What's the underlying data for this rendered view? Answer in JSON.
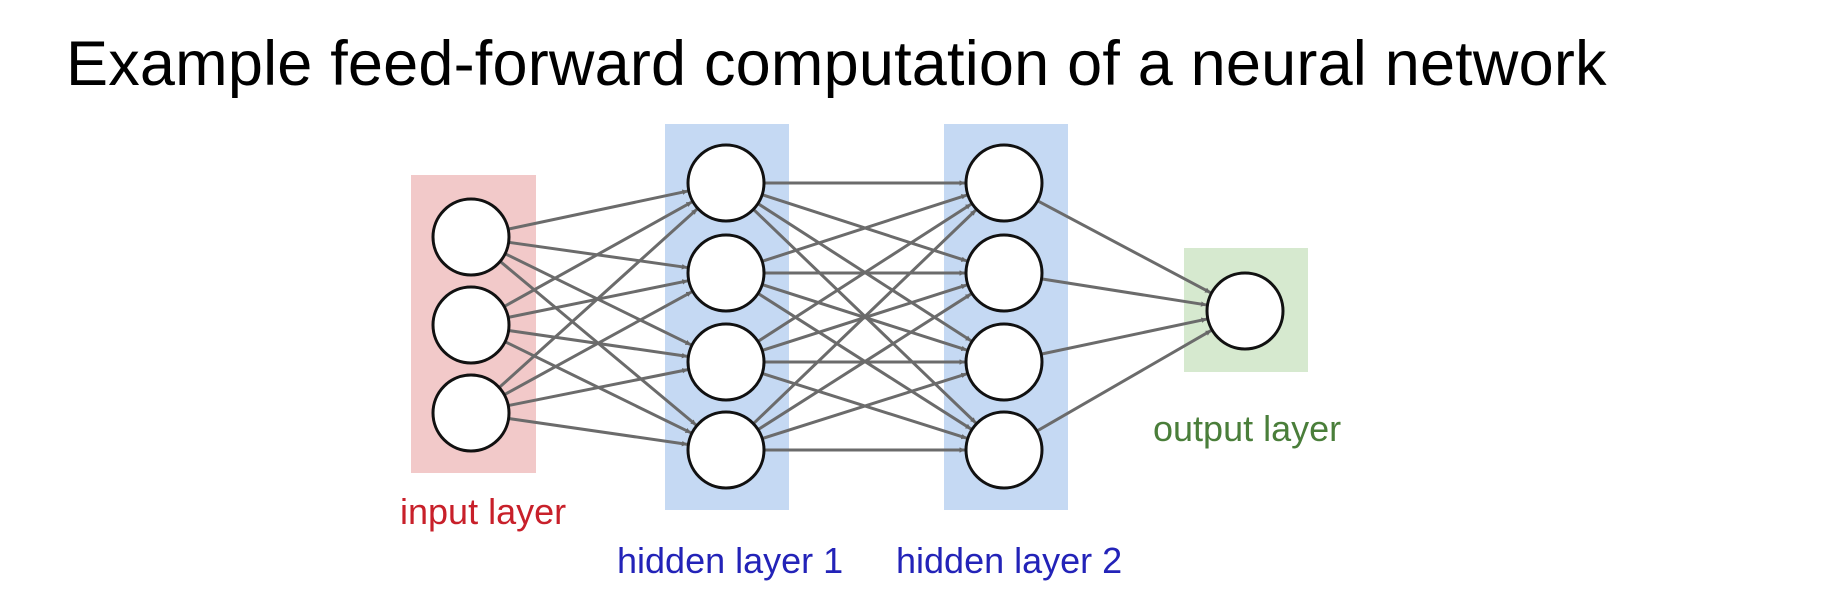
{
  "title": "Example feed-forward computation of a neural network",
  "network": {
    "layers": [
      {
        "id": "input",
        "label": "input layer",
        "neurons": 3,
        "color": "#f2c9c9",
        "label_color": "#c8202a"
      },
      {
        "id": "hidden1",
        "label": "hidden layer 1",
        "neurons": 4,
        "color": "#c5d9f3",
        "label_color": "#2323b8"
      },
      {
        "id": "hidden2",
        "label": "hidden layer 2",
        "neurons": 4,
        "color": "#c5d9f3",
        "label_color": "#2323b8"
      },
      {
        "id": "output",
        "label": "output layer",
        "neurons": 1,
        "color": "#d6e9cf",
        "label_color": "#4a7e3a"
      }
    ],
    "connectivity": "fully-connected",
    "edge_color": "#6b6b6b",
    "node_fill": "#ffffff",
    "node_stroke": "#111111"
  }
}
